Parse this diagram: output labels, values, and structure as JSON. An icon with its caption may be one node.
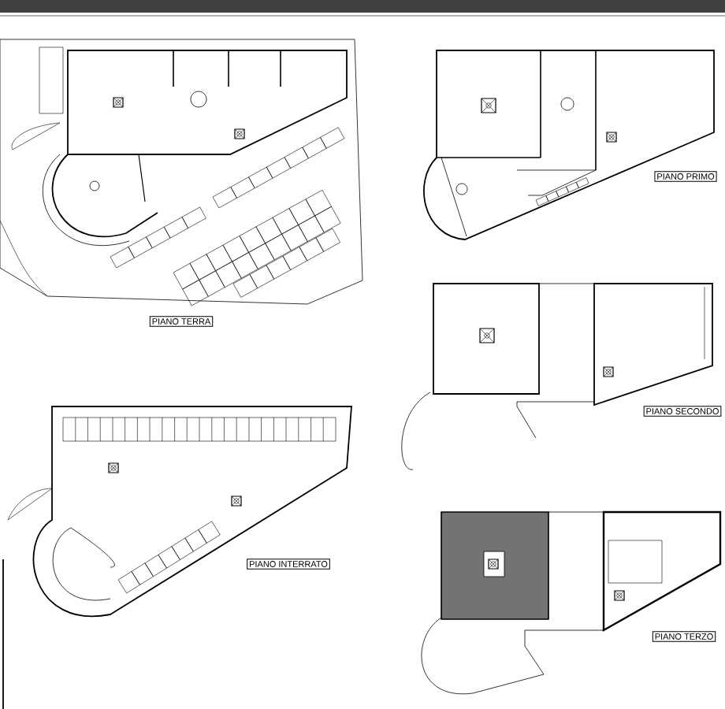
{
  "diagram": {
    "nodes": [
      {
        "text": [
          "PIANO PRIMO"
        ]
      },
      {
        "text": [
          "PIANO TERRA"
        ]
      },
      {
        "text": [
          "PIANO SECONDO"
        ]
      },
      {
        "text": [
          "PIANO INTERRATO"
        ]
      },
      {
        "text": [
          "PIANO TERZO"
        ]
      }
    ]
  }
}
